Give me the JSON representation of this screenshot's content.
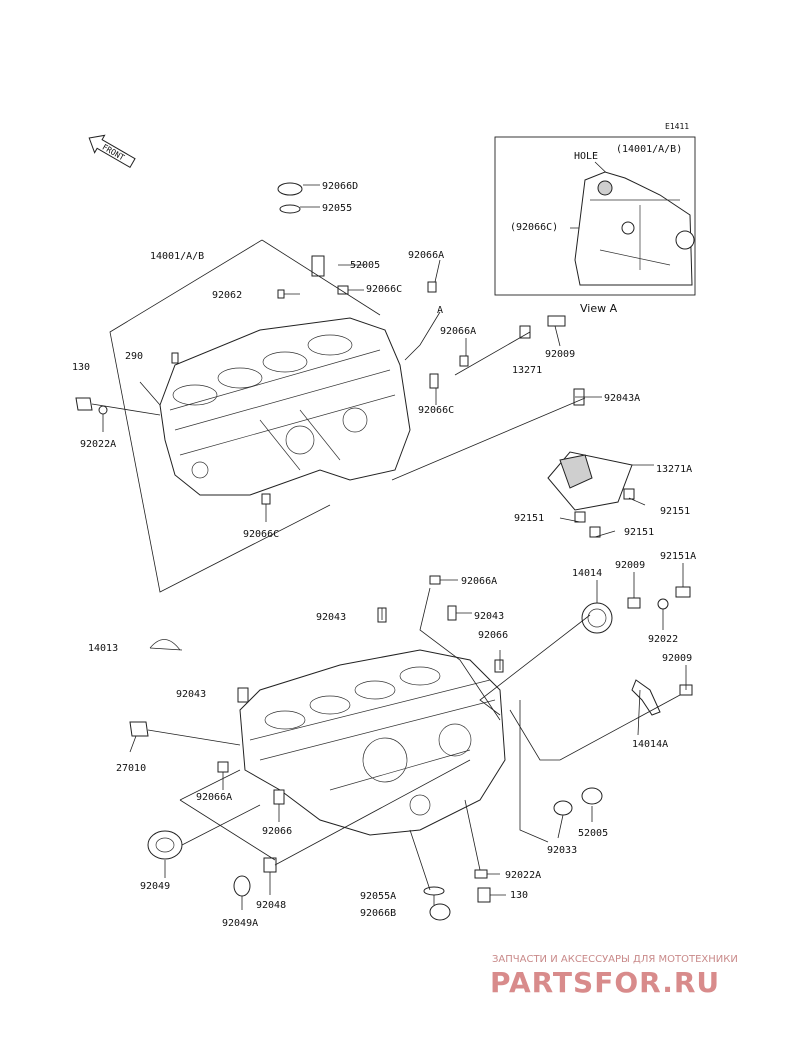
{
  "diagram_code": "E1411",
  "front_arrow_label": "FRONT",
  "view_a": {
    "title": "View A",
    "hole_label": "HOLE",
    "part_ref": "(14001/A/B)",
    "plug_ref": "(92066C)"
  },
  "reference_mark": "A",
  "labels": {
    "p92066D": "92066D",
    "p92055": "92055",
    "p14001AB": "14001/A/B",
    "p52005_top": "52005",
    "p92066A_top": "92066A",
    "p92062": "92062",
    "p92066C_top": "92066C",
    "pA_mark": "A",
    "p92066A_mid": "92066A",
    "p92009_top": "92009",
    "p130_left": "130",
    "p290": "290",
    "p13271": "13271",
    "p92043A": "92043A",
    "p92066C_mid": "92066C",
    "p92022A_left": "92022A",
    "p13271A": "13271A",
    "p92151_right": "92151",
    "p92151_a": "92151",
    "p92151_b": "92151",
    "p92066C_low": "92066C",
    "p14014": "14014",
    "p92009_mid": "92009",
    "p92151A": "92151A",
    "p92066A_low": "92066A",
    "p92043_a": "92043",
    "p92043_b": "92043",
    "p14013": "14013",
    "p92066_mid": "92066",
    "p92022": "92022",
    "p92009_low": "92009",
    "p92043_left": "92043",
    "p27010": "27010",
    "p14014A": "14014A",
    "p92066A_bot": "92066A",
    "p92066_bot": "92066",
    "p52005_bot": "52005",
    "p92033": "92033",
    "p92049": "92049",
    "p92022A_bot": "92022A",
    "p92048": "92048",
    "p92055A": "92055A",
    "p130_bot": "130",
    "p92049A": "92049A",
    "p92066B": "92066B"
  },
  "watermark": {
    "subtitle": "ЗАПЧАСТИ И АКСЕССУАРЫ ДЛЯ МОТОТЕХНИКИ",
    "logo": "PARTSFOR.RU"
  },
  "colors": {
    "line": "#222222",
    "watermark": "#d88b8b"
  }
}
